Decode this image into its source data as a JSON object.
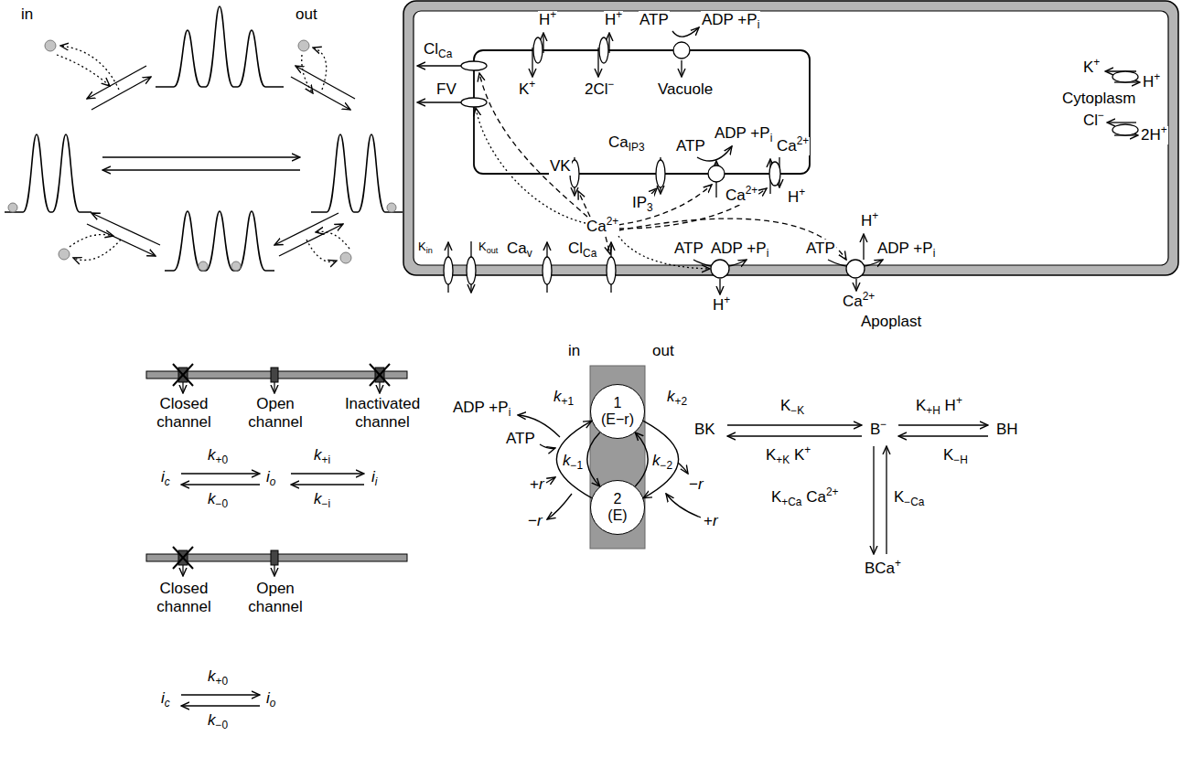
{
  "diagram": {
    "nodes": [
      {
        "text": [
          "Cytoplasm"
        ]
      },
      {
        "text": [
          "Vacuole"
        ],
        "in": 0
      },
      {
        "text": [
          "1",
          "(E−r)"
        ]
      },
      {
        "text": [
          "2",
          "(E)"
        ]
      }
    ],
    "edges": [
      {
        "from": 3,
        "to": 2,
        "arrow": "to",
        "label": "k+1"
      },
      {
        "from": 2,
        "to": 3,
        "arrow": "to",
        "label": "k−1"
      },
      {
        "from": 2,
        "to": 3,
        "arrow": "to",
        "label": "k+2"
      },
      {
        "from": 3,
        "to": 2,
        "arrow": "to",
        "label": "k−2"
      }
    ],
    "labels": [
      "in",
      "out",
      "ClCa",
      "FV",
      "H+",
      "K+",
      "H+",
      "2Cl−",
      "ATP",
      "ADP +Pi",
      "VK",
      "CaIP3",
      "IP3",
      "ATP",
      "ADP +Pi",
      "Ca2+",
      "Ca2+",
      "H+",
      "Ca2+",
      "Kin",
      "Kout",
      "Cav",
      "ClCa",
      "ATP",
      "ADP +Pi",
      "H+",
      "ATP",
      "H+",
      "ADP +Pi",
      "Ca2+",
      "Apoplast",
      "K+",
      "H+",
      "Cl−",
      "2H+",
      "Closed channel",
      "Open channel",
      "Inactivated channel",
      "k+0",
      "ic",
      "io",
      "k−0",
      "k+i",
      "ii",
      "k−i",
      "Closed channel",
      "Open channel",
      "k+0",
      "ic",
      "io",
      "k−0",
      "in",
      "out",
      "ADP +Pi",
      "ATP",
      "+r",
      "−r",
      "−r",
      "+r",
      "BK",
      "K−K",
      "B−",
      "K+H H+",
      "BH",
      "K+K K+",
      "K−H",
      "K+Ca Ca2+",
      "K−Ca",
      "BCa+"
    ]
  }
}
